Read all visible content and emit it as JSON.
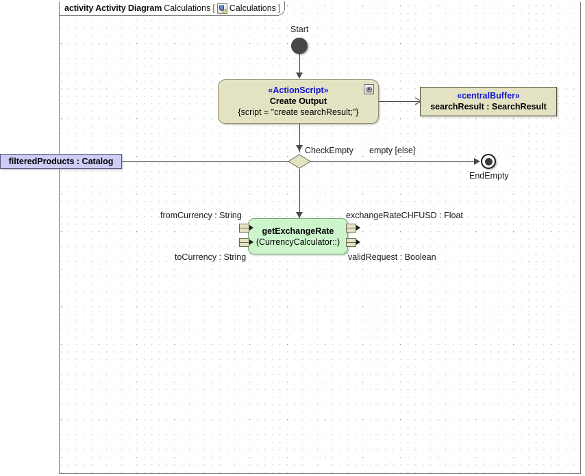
{
  "frame": {
    "keyword": "activity Activity Diagram",
    "diagram_name": "Calculations",
    "bracket_open": "[",
    "ref_icon": "activity-diagram-icon",
    "ref_name": "Calculations",
    "bracket_close": "]"
  },
  "colors": {
    "action_fill": "#e3e3c3",
    "action_border": "#8d8d6e",
    "buffer_fill": "#e3e3c3",
    "object_fill": "#ccccf5",
    "object_border": "#58587a",
    "callbehavior_fill": "#ccf5cc",
    "callbehavior_border": "#7aa87a",
    "stereotype_text": "#1414d2",
    "edge": "#4a4a4a",
    "initial_node": "#474747",
    "canvas": "#ffffff",
    "grid_dot": "#c8c8c8"
  },
  "nodes": {
    "start": {
      "label": "Start",
      "type": "initial-node"
    },
    "create_output": {
      "stereotype": "«ActionScript»",
      "name": "Create Output",
      "body": "{script = \"create searchResult;\"}",
      "badge": "gear-icon",
      "type": "action"
    },
    "search_result_buffer": {
      "stereotype": "«centralBuffer»",
      "name": "searchResult : SearchResult",
      "type": "central-buffer"
    },
    "check_empty": {
      "label": "CheckEmpty",
      "type": "decision-node"
    },
    "guard_empty": {
      "label": "empty [else]"
    },
    "end_empty": {
      "label": "EndEmpty",
      "type": "activity-final-node"
    },
    "filtered_products": {
      "label": "filteredProducts : Catalog",
      "type": "object-node"
    },
    "get_exchange_rate": {
      "name": "getExchangeRate",
      "qualifier": "(CurrencyCalculator::)",
      "type": "call-behavior-action",
      "input_pins": [
        {
          "label": "fromCurrency : String"
        },
        {
          "label": "toCurrency : String"
        }
      ],
      "output_pins": [
        {
          "label": "exchangeRateCHFUSD : Float"
        },
        {
          "label": "validRequest : Boolean"
        }
      ]
    }
  }
}
